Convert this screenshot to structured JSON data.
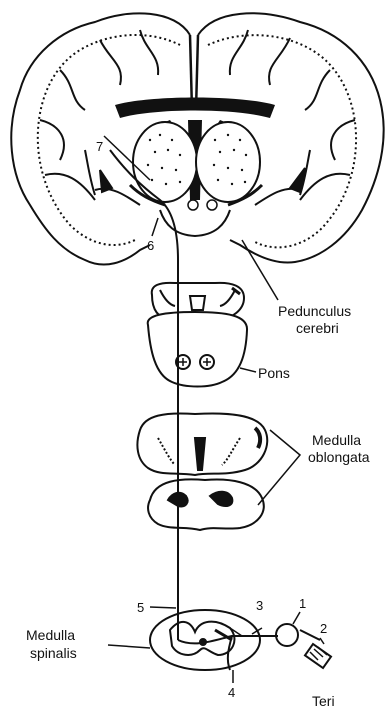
{
  "labels": {
    "pedunculus_line1": "Pedunculus",
    "pedunculus_line2": "cerebri",
    "pons": "Pons",
    "medulla_oblongata_line1": "Medulla",
    "medulla_oblongata_line2": "oblongata",
    "medulla_spinalis_line1": "Medulla",
    "medulla_spinalis_line2": "spinalis",
    "teri": "Teri"
  },
  "numbers": {
    "n1": "1",
    "n2": "2",
    "n3": "3",
    "n4": "4",
    "n5": "5",
    "n6": "6",
    "n7": "7"
  },
  "colors": {
    "ink": "#111111",
    "paper": "#ffffff"
  }
}
